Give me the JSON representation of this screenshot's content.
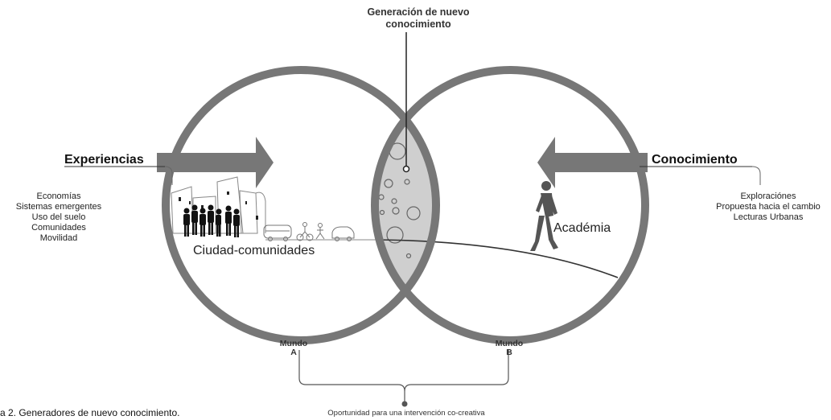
{
  "labels": {
    "top_line1": "Generación de nuevo",
    "top_line2": "conocimiento",
    "world_a_content": "Ciudad-comunidades",
    "world_b_content": "Académia",
    "world_a_line1": "Mundo",
    "world_a_line2": "A",
    "world_b_line1": "Mundo",
    "world_b_line2": "B",
    "bottom": "Oportunidad para una intervención co-creativa"
  },
  "left": {
    "title": "Experiencias",
    "items": [
      "Economías",
      "Sistemas emergentes",
      "Uso del suelo",
      "Comunidades",
      "Movilidad"
    ]
  },
  "right": {
    "title": "Conocimiento",
    "items": [
      "Exploraciónes",
      "Propuesta hacia el cambio",
      "Lecturas Urbanas"
    ]
  },
  "caption": "a 2. Generadores de nuevo conocimiento.",
  "colors": {
    "circle_stroke": "#777777",
    "intersection_fill": "#cfcfcf"
  }
}
